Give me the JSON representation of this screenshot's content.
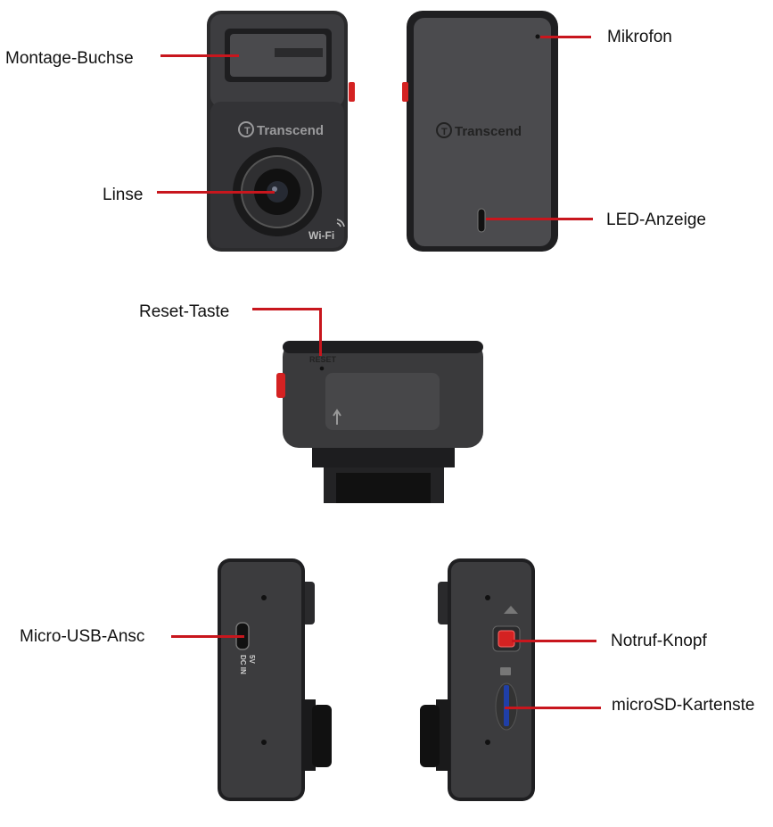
{
  "labels": {
    "mount_socket": "Montage-Buchse",
    "microphone": "Mikrofon",
    "lens": "Linse",
    "led": "LED-Anzeige",
    "reset": "Reset-Taste",
    "micro_usb": "Micro-USB-Ansc",
    "emergency": "Notruf-Knopf",
    "microsd": "microSD-Kartenste"
  },
  "device_text": {
    "brand_front": "Transcend",
    "brand_back": "Transcend",
    "wifi": "Wi-Fi",
    "reset_marking": "RESET",
    "port_marking_1": "5V",
    "port_marking_2": "DC IN"
  },
  "colors": {
    "callout_line": "#c8161d",
    "body": "#3a3a3c",
    "accent_red": "#d42222",
    "microsd_slot": "#1f3fa8"
  }
}
